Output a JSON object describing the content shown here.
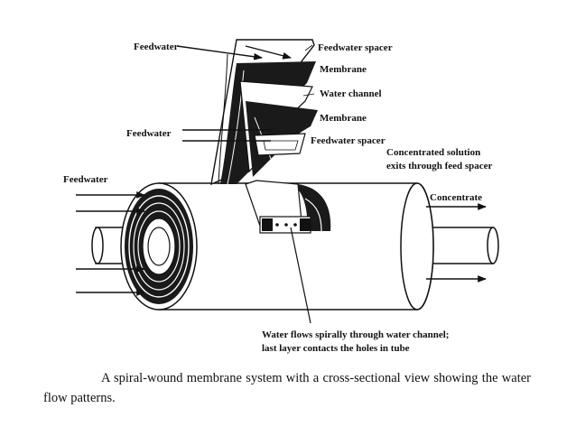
{
  "labels": {
    "feedwater_top": "Feedwater",
    "feedwater_mid": "Feedwater",
    "feedwater_left": "Feedwater",
    "feedwater_spacer_top": "Feedwater spacer",
    "membrane_top": "Membrane",
    "water_channel": "Water channel",
    "membrane_bottom": "Membrane",
    "feedwater_spacer_bottom": "Feedwater spacer",
    "concentrated_line1": "Concentrated solution",
    "concentrated_line2": "exits through feed spacer",
    "concentrate": "Concentrate",
    "flow_line1": "Water flows spirally through water channel;",
    "flow_line2": "last layer contacts the holes in tube"
  },
  "caption": "A spiral-wound membrane system with a cross-sectional view showing the water flow patterns."
}
